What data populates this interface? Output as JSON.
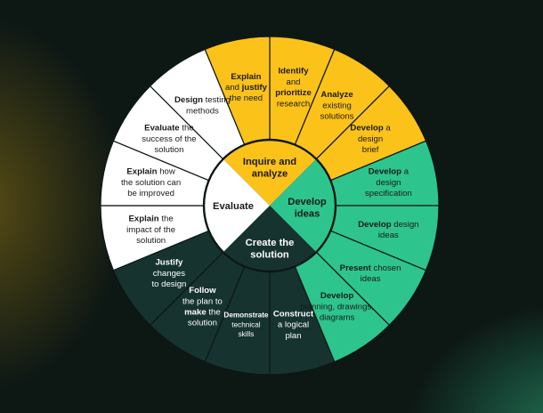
{
  "colors": {
    "yellow": "#fbc21a",
    "green": "#2ec48e",
    "dark": "#163330",
    "white": "#ffffff",
    "text_dark": "#1a1a1a",
    "text_light": "#ffffff"
  },
  "center": [
    {
      "id": "inquire",
      "color": "yellow",
      "lines": [
        "Inquire and",
        "analyze"
      ]
    },
    {
      "id": "develop",
      "color": "green",
      "lines": [
        "Develop",
        "ideas"
      ]
    },
    {
      "id": "create",
      "color": "dark",
      "lines": [
        "Create the",
        "solution"
      ]
    },
    {
      "id": "evaluate",
      "color": "white",
      "lines": [
        "Evaluate"
      ]
    }
  ],
  "segments": [
    {
      "color": "yellow",
      "lines": [
        [
          [
            "Identify",
            1
          ]
        ],
        [
          [
            "and",
            0
          ]
        ],
        [
          [
            "prioritize",
            1
          ]
        ],
        [
          [
            "research",
            0
          ]
        ]
      ]
    },
    {
      "color": "yellow",
      "lines": [
        [
          [
            "Analyze",
            1
          ]
        ],
        [
          [
            "existing",
            0
          ]
        ],
        [
          [
            "solutions",
            0
          ]
        ]
      ]
    },
    {
      "color": "yellow",
      "lines": [
        [
          [
            "Develop",
            1
          ],
          [
            " a",
            0
          ]
        ],
        [
          [
            "design",
            0
          ]
        ],
        [
          [
            "brief",
            0
          ]
        ]
      ]
    },
    {
      "color": "green",
      "lines": [
        [
          [
            "Develop",
            1
          ],
          [
            " a",
            0
          ]
        ],
        [
          [
            "design",
            0
          ]
        ],
        [
          [
            "specification",
            0
          ]
        ]
      ]
    },
    {
      "color": "green",
      "lines": [
        [
          [
            "Develop",
            1
          ],
          [
            " design",
            0
          ]
        ],
        [
          [
            "ideas",
            0
          ]
        ]
      ]
    },
    {
      "color": "green",
      "lines": [
        [
          [
            "Present",
            1
          ],
          [
            " chosen",
            0
          ]
        ],
        [
          [
            "ideas",
            0
          ]
        ]
      ]
    },
    {
      "color": "green",
      "lines": [
        [
          [
            "Develop",
            1
          ]
        ],
        [
          [
            "planning, drawings,",
            0
          ]
        ],
        [
          [
            "diagrams",
            0
          ]
        ]
      ]
    },
    {
      "color": "dark",
      "lines": [
        [
          [
            "Construct",
            1
          ]
        ],
        [
          [
            "a logical",
            0
          ]
        ],
        [
          [
            "plan",
            0
          ]
        ]
      ]
    },
    {
      "color": "dark",
      "lines": [
        [
          [
            "Demonstrate",
            1
          ]
        ],
        [
          [
            "technical",
            0
          ]
        ],
        [
          [
            "skills",
            0
          ]
        ]
      ]
    },
    {
      "color": "dark",
      "lines": [
        [
          [
            "Follow",
            1
          ]
        ],
        [
          [
            "the plan to",
            0
          ]
        ],
        [
          [
            "make",
            1
          ],
          [
            " the",
            0
          ]
        ],
        [
          [
            "solution",
            0
          ]
        ]
      ]
    },
    {
      "color": "dark",
      "lines": [
        [
          [
            "Justify",
            1
          ]
        ],
        [
          [
            "changes",
            0
          ]
        ],
        [
          [
            "to design",
            0
          ]
        ]
      ]
    },
    {
      "color": "white",
      "lines": [
        [
          [
            "Explain",
            1
          ],
          [
            " the",
            0
          ]
        ],
        [
          [
            "impact of the",
            0
          ]
        ],
        [
          [
            "solution",
            0
          ]
        ]
      ]
    },
    {
      "color": "white",
      "lines": [
        [
          [
            "Explain",
            1
          ],
          [
            " how",
            0
          ]
        ],
        [
          [
            "the solution can",
            0
          ]
        ],
        [
          [
            "be improved",
            0
          ]
        ]
      ]
    },
    {
      "color": "white",
      "lines": [
        [
          [
            "Evaluate",
            1
          ],
          [
            " the",
            0
          ]
        ],
        [
          [
            "success of the",
            0
          ]
        ],
        [
          [
            "solution",
            0
          ]
        ]
      ]
    },
    {
      "color": "white",
      "lines": [
        [
          [
            "Design",
            1
          ],
          [
            " testing",
            0
          ]
        ],
        [
          [
            "methods",
            0
          ]
        ]
      ]
    },
    {
      "color": "yellow",
      "lines": [
        [
          [
            "Explain",
            1
          ]
        ],
        [
          [
            "and ",
            0
          ],
          [
            "justify",
            1
          ]
        ],
        [
          [
            "the need",
            0
          ]
        ]
      ]
    }
  ]
}
